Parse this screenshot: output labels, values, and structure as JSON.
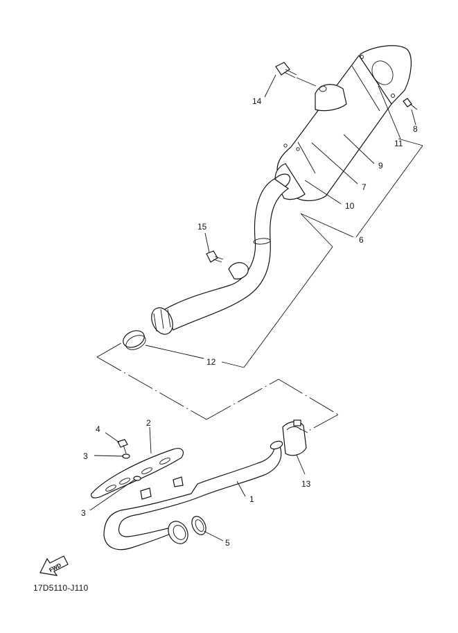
{
  "callouts": {
    "c1": "1",
    "c2": "2",
    "c3a": "3",
    "c3b": "3",
    "c4": "4",
    "c5": "5",
    "c6": "6",
    "c7": "7",
    "c8": "8",
    "c9": "9",
    "c10": "10",
    "c11": "11",
    "c12": "12",
    "c13": "13",
    "c14": "14",
    "c15": "15"
  },
  "fwd_label": "FWD",
  "diagram_code": "17D5110-J110"
}
